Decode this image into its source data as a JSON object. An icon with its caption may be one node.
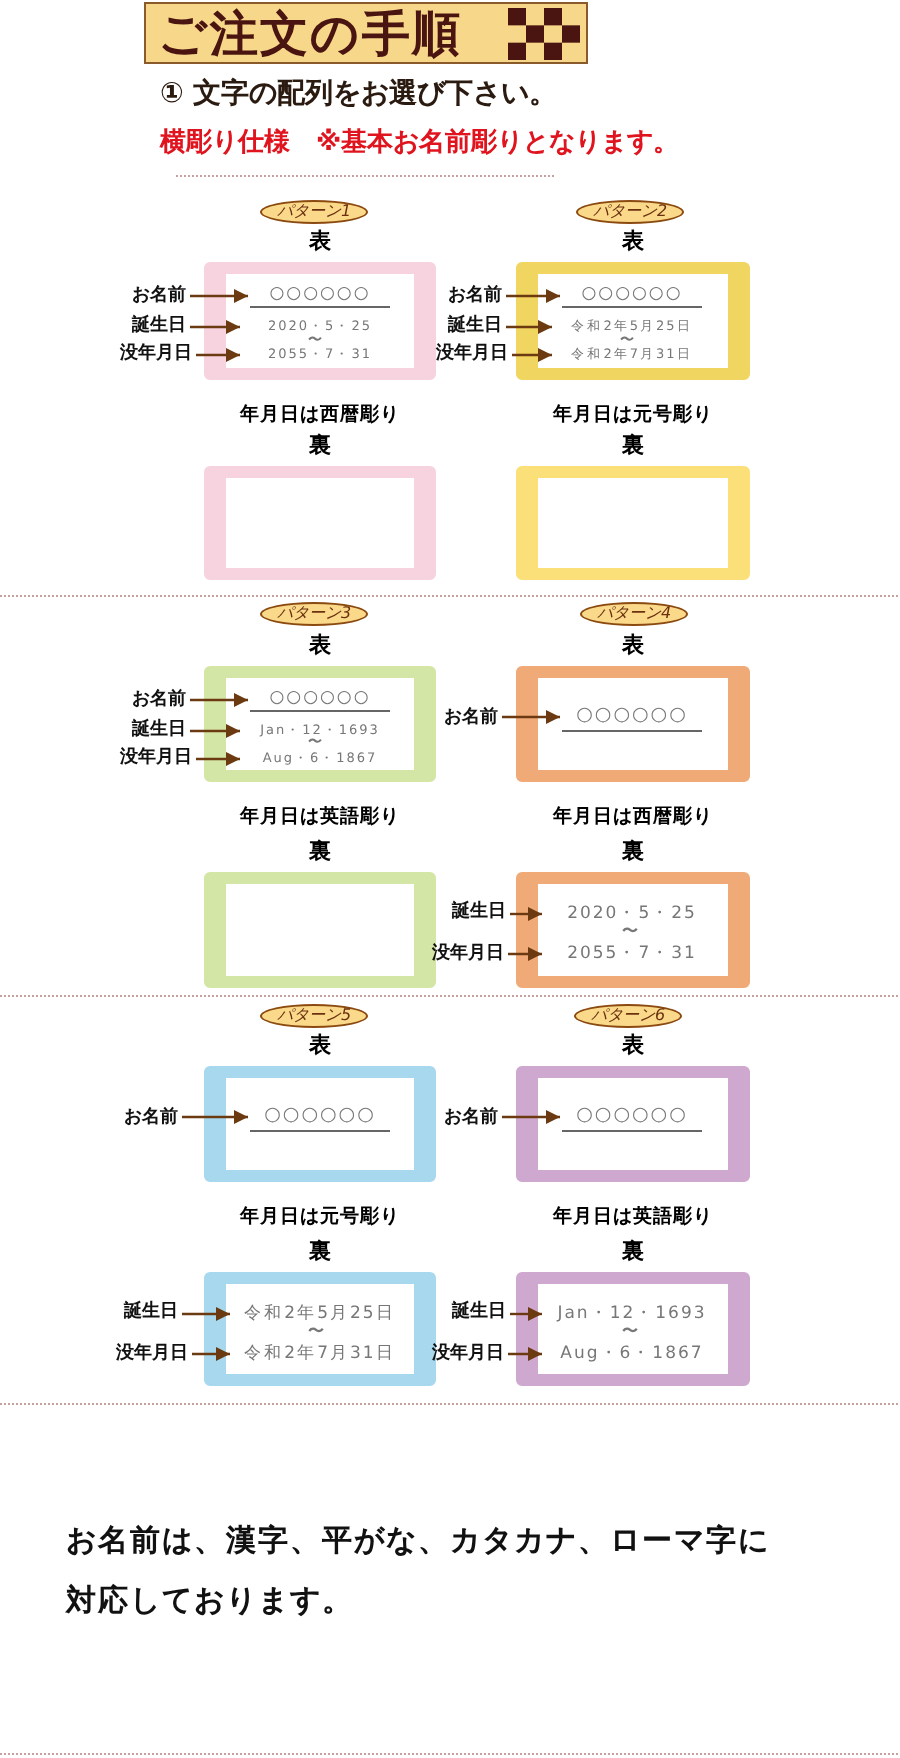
{
  "diagram": {
    "title": "ご注文の手順",
    "nodes": [
      {
        "text": [
          "パターン1"
        ]
      },
      {
        "text": [
          "表"
        ],
        "beside": [
          "年月日は西暦彫り"
        ]
      },
      {
        "text": [
          "○○○○○○"
        ],
        "in": 1
      },
      {
        "text": [
          "2020・5・25"
        ],
        "in": 1
      },
      {
        "text": [
          "2055・7・31"
        ],
        "in": 1
      },
      {
        "text": [
          "お名前"
        ]
      },
      {
        "text": [
          "誕生日"
        ]
      },
      {
        "text": [
          "没年月日"
        ]
      },
      {
        "text": [
          "裏"
        ]
      },
      {
        "text": [
          "パターン2"
        ]
      },
      {
        "text": [
          "表"
        ],
        "beside": [
          "年月日は元号彫り"
        ]
      },
      {
        "text": [
          "○○○○○○"
        ],
        "in": 10
      },
      {
        "text": [
          "令和2年5月25日"
        ],
        "in": 10
      },
      {
        "text": [
          "令和2年7月31日"
        ],
        "in": 10
      },
      {
        "text": [
          "お名前"
        ]
      },
      {
        "text": [
          "誕生日"
        ]
      },
      {
        "text": [
          "没年月日"
        ]
      },
      {
        "text": [
          "裏"
        ]
      },
      {
        "text": [
          "パターン3"
        ]
      },
      {
        "text": [
          "表"
        ],
        "beside": [
          "年月日は英語彫り"
        ]
      },
      {
        "text": [
          "○○○○○○"
        ],
        "in": 19
      },
      {
        "text": [
          "Jan・12・1693"
        ],
        "in": 19
      },
      {
        "text": [
          "Aug・6・1867"
        ],
        "in": 19
      },
      {
        "text": [
          "お名前"
        ]
      },
      {
        "text": [
          "誕生日"
        ]
      },
      {
        "text": [
          "没年月日"
        ]
      },
      {
        "text": [
          "裏"
        ]
      },
      {
        "text": [
          "パターン4"
        ]
      },
      {
        "text": [
          "表"
        ],
        "beside": [
          "年月日は西暦彫り"
        ]
      },
      {
        "text": [
          "○○○○○○"
        ],
        "in": 28
      },
      {
        "text": [
          "お名前"
        ]
      },
      {
        "text": [
          "裏"
        ]
      },
      {
        "text": [
          "2020・5・25"
        ],
        "in": 31
      },
      {
        "text": [
          "2055・7・31"
        ],
        "in": 31
      },
      {
        "text": [
          "誕生日"
        ]
      },
      {
        "text": [
          "没年月日"
        ]
      },
      {
        "text": [
          "パターン5"
        ]
      },
      {
        "text": [
          "表"
        ],
        "beside": [
          "年月日は元号彫り"
        ]
      },
      {
        "text": [
          "○○○○○○"
        ],
        "in": 37
      },
      {
        "text": [
          "お名前"
        ]
      },
      {
        "text": [
          "裏"
        ]
      },
      {
        "text": [
          "令和2年5月25日"
        ],
        "in": 40
      },
      {
        "text": [
          "令和2年7月31日"
        ],
        "in": 40
      },
      {
        "text": [
          "誕生日"
        ]
      },
      {
        "text": [
          "没年月日"
        ]
      },
      {
        "text": [
          "パターン6"
        ]
      },
      {
        "text": [
          "表"
        ],
        "beside": [
          "年月日は英語彫り"
        ]
      },
      {
        "text": [
          "○○○○○○"
        ],
        "in": 46
      },
      {
        "text": [
          "お名前"
        ]
      },
      {
        "text": [
          "裏"
        ]
      },
      {
        "text": [
          "Jan・12・1693"
        ],
        "in": 49
      },
      {
        "text": [
          "Aug・6・1867"
        ],
        "in": 49
      },
      {
        "text": [
          "誕生日"
        ]
      },
      {
        "text": [
          "没年月日"
        ]
      }
    ],
    "edges": [
      {
        "from": 5,
        "to": 2,
        "arrow": "to"
      },
      {
        "from": 6,
        "to": 3,
        "arrow": "to"
      },
      {
        "from": 7,
        "to": 4,
        "arrow": "to"
      },
      {
        "from": 14,
        "to": 11,
        "arrow": "to"
      },
      {
        "from": 15,
        "to": 12,
        "arrow": "to"
      },
      {
        "from": 16,
        "to": 13,
        "arrow": "to"
      },
      {
        "from": 23,
        "to": 20,
        "arrow": "to"
      },
      {
        "from": 24,
        "to": 21,
        "arrow": "to"
      },
      {
        "from": 25,
        "to": 22,
        "arrow": "to"
      },
      {
        "from": 30,
        "to": 29,
        "arrow": "to"
      },
      {
        "from": 34,
        "to": 32,
        "arrow": "to"
      },
      {
        "from": 35,
        "to": 33,
        "arrow": "to"
      },
      {
        "from": 39,
        "to": 38,
        "arrow": "to"
      },
      {
        "from": 43,
        "to": 41,
        "arrow": "to"
      },
      {
        "from": 44,
        "to": 42,
        "arrow": "to"
      },
      {
        "from": 48,
        "to": 47,
        "arrow": "to"
      },
      {
        "from": 52,
        "to": 50,
        "arrow": "to"
      },
      {
        "from": 53,
        "to": 51,
        "arrow": "to"
      }
    ],
    "labels": [
      "① 文字の配列をお選び下さい。",
      "横彫り仕様　※基本お名前彫りとなります。",
      "〜",
      "〜",
      "〜",
      "〜",
      "〜",
      "〜",
      "お名前は、漢字、平がな、カタカナ、ローマ字に対応しております。"
    ]
  }
}
